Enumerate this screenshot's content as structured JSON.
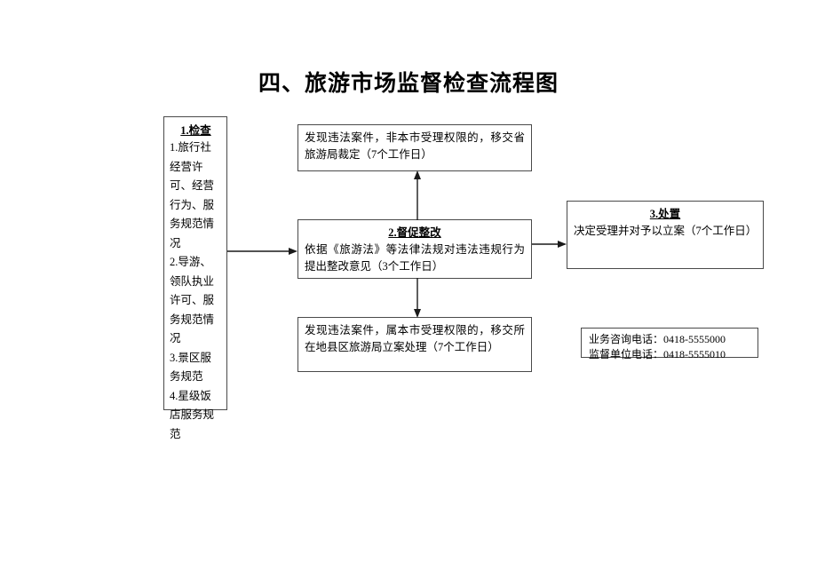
{
  "title": "四、旅游市场监督检查流程图",
  "boxes": {
    "inspect": {
      "heading": "1.检查",
      "items": [
        "1.旅行社经营许可、经营行为、服务规范情况",
        "2.导游、领队执业许可、服务规范情况",
        "3.景区服务规范",
        "4.星级饭店服务规范"
      ]
    },
    "transfer_province": {
      "body": "发现违法案件，非本市受理权限的，移交省旅游局裁定（7个工作日）"
    },
    "rectify": {
      "heading": "2.督促整改",
      "body": "依据《旅游法》等法律法规对违法违规行为提出整改意见（3个工作日）"
    },
    "transfer_county": {
      "body": "发现违法案件，属本市受理权限的，移交所在地县区旅游局立案处理（7个工作日）"
    },
    "dispose": {
      "heading": "3.处置",
      "body": "决定受理并对予以立案（7个工作日）"
    },
    "contact": {
      "line1": "业务咨询电话：0418-5555000",
      "line2": "监督单位电话：0418-5555010"
    }
  },
  "connectors": [
    {
      "name": "inspect-to-rectify",
      "direction": "right"
    },
    {
      "name": "rectify-to-transfer-province",
      "direction": "up"
    },
    {
      "name": "rectify-to-transfer-county",
      "direction": "down"
    },
    {
      "name": "rectify-to-dispose",
      "direction": "right"
    }
  ],
  "colors": {
    "border": "#4a4a4a",
    "text": "#000000",
    "background": "#ffffff",
    "arrow": "#1a1a1a"
  }
}
